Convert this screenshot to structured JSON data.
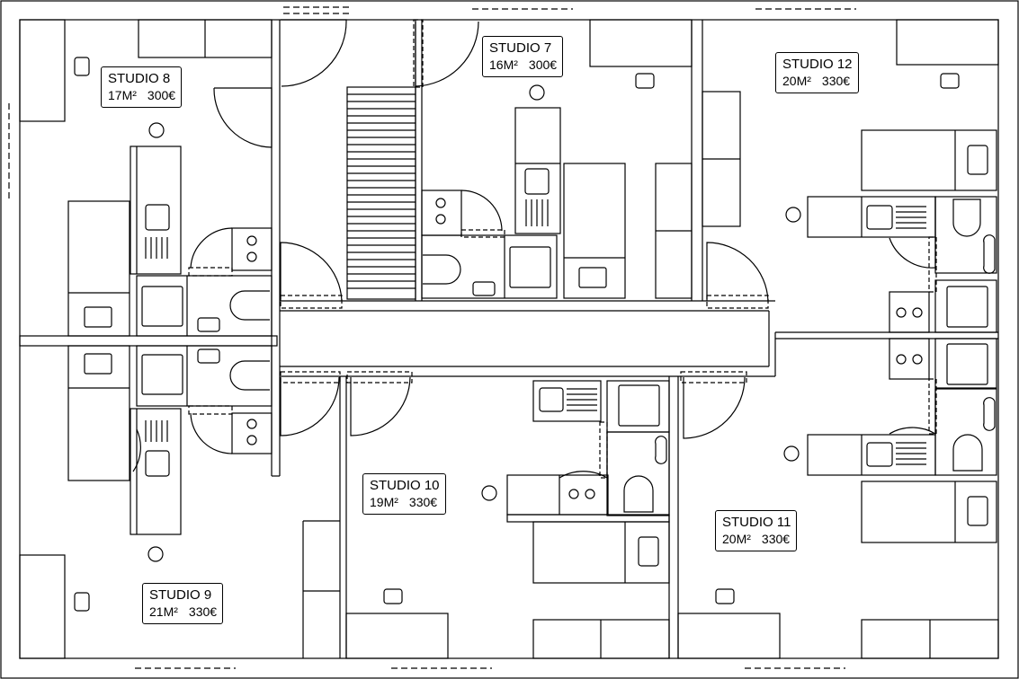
{
  "plan": {
    "line_color": "#000000",
    "background": "#ffffff",
    "studios": [
      {
        "id": "7",
        "name": "STUDIO 7",
        "area": "16M²",
        "price": "300€"
      },
      {
        "id": "8",
        "name": "STUDIO 8",
        "area": "17M²",
        "price": "300€"
      },
      {
        "id": "9",
        "name": "STUDIO 9",
        "area": "21M²",
        "price": "330€"
      },
      {
        "id": "10",
        "name": "STUDIO 10",
        "area": "19M²",
        "price": "330€"
      },
      {
        "id": "11",
        "name": "STUDIO 11",
        "area": "20M²",
        "price": "330€"
      },
      {
        "id": "12",
        "name": "STUDIO 12",
        "area": "20M²",
        "price": "330€"
      }
    ]
  }
}
